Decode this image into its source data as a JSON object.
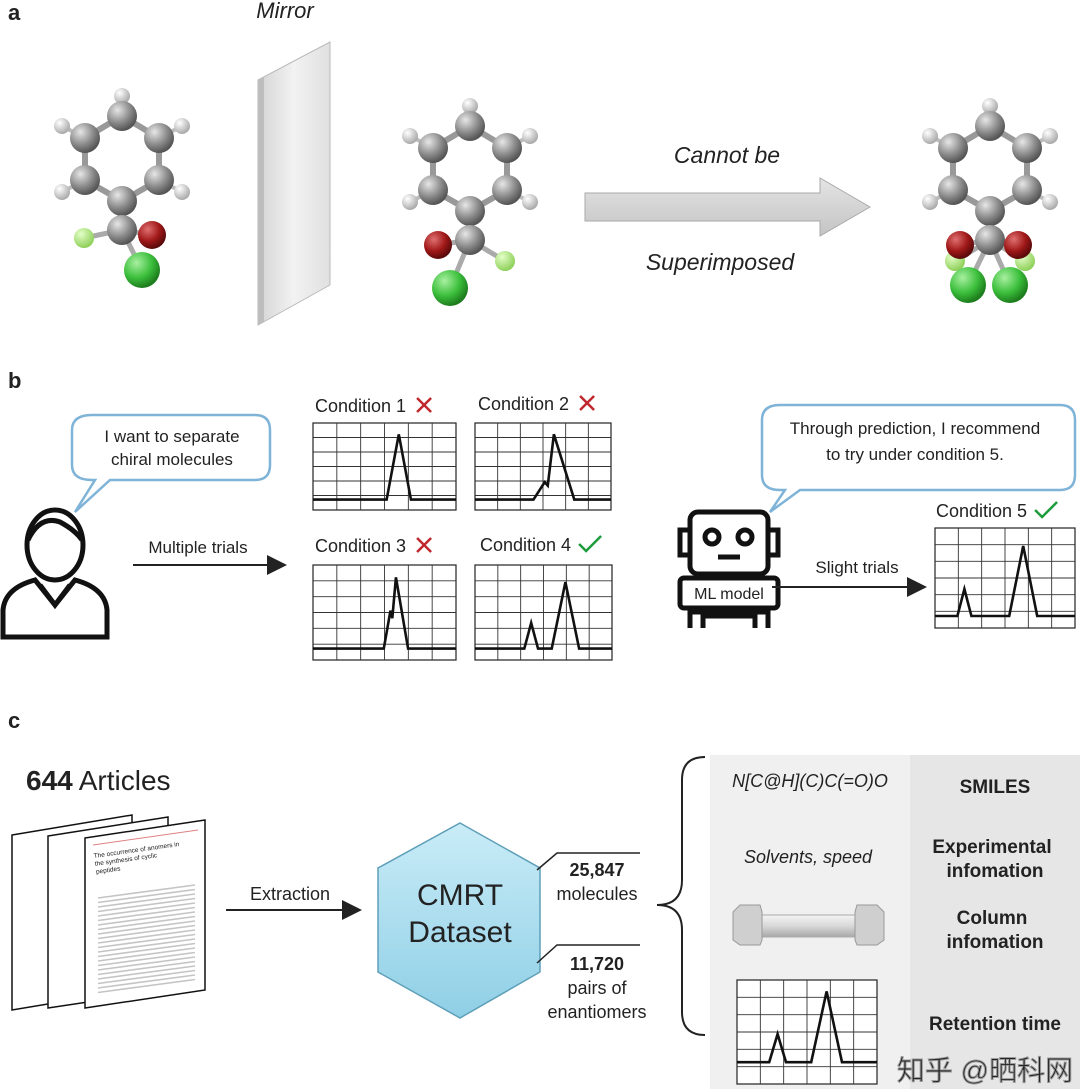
{
  "panel_a": {
    "label": "a",
    "mirror_label": "Mirror",
    "arrow_text_top": "Cannot  be",
    "arrow_text_bottom": "Superimposed"
  },
  "panel_b": {
    "label": "b",
    "human_bubble": [
      "I want to separate",
      "chiral molecules"
    ],
    "human_arrow_label": "Multiple trials",
    "conditions": [
      {
        "label": "Condition 1",
        "result": "fail"
      },
      {
        "label": "Condition 2",
        "result": "fail"
      },
      {
        "label": "Condition 3",
        "result": "fail"
      },
      {
        "label": "Condition 4",
        "result": "success"
      },
      {
        "label": "Condition 5",
        "result": "success"
      }
    ],
    "robot_bubble": [
      "Through prediction, I recommend",
      "to try under condition 5."
    ],
    "robot_label": "ML model",
    "robot_arrow_label": "Slight trials",
    "colors": {
      "fail": "#c0272d",
      "success": "#1e9c3c",
      "bubble": "#7fb4d8"
    }
  },
  "panel_c": {
    "label": "c",
    "articles_count": "644",
    "articles_word": "Articles",
    "paper_title": "The occurrence of anomers in the synthesis of cyclic peptides",
    "extraction_label": "Extraction",
    "dataset_line1": "CMRT",
    "dataset_line2": "Dataset",
    "molecules_count": "25,847",
    "molecules_label": "molecules",
    "pairs_count": "11,720",
    "pairs_label1": "pairs of",
    "pairs_label2": "enantiomers",
    "rows": [
      {
        "example": "N[C@H](C)C(=O)O",
        "field": "SMILES"
      },
      {
        "example": "Solvents, speed",
        "field1": "Experimental",
        "field2": "infomation"
      },
      {
        "field1": "Column",
        "field2": "infomation"
      },
      {
        "field": "Retention time"
      }
    ],
    "colors": {
      "hexagon": "#a9dcef"
    }
  },
  "watermark": "知乎 @晒科网"
}
